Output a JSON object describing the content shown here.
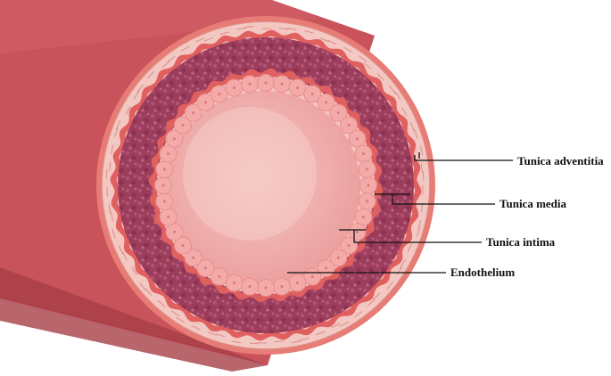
{
  "labels": {
    "adventitia": "Tunica adventitia",
    "media": "Tunica media",
    "intima": "Tunica intima",
    "endothelium": "Endothelium"
  },
  "colors": {
    "vessel_outer": "#c9535a",
    "vessel_dark": "#a83f47",
    "adventitia": "#f3c7c2",
    "adventitia_stroke": "#e0877f",
    "elastic_lamina": "#e0605f",
    "media": "#9c3d5c",
    "media_light": "#c07090",
    "intima": "#f6c9c4",
    "endothelial_cell": "#f3aaa8",
    "lumen": "#f2b3b1",
    "leader": "#111111"
  }
}
